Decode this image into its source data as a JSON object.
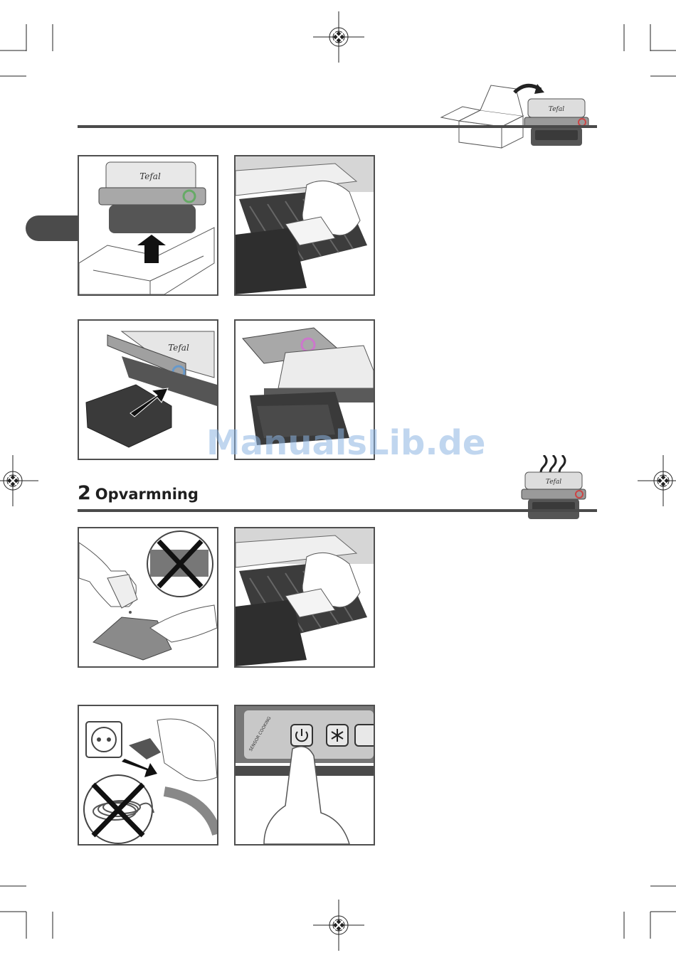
{
  "section": {
    "number": "2",
    "title": "Opvarmning"
  },
  "brand": {
    "logo_text": "Tefal"
  },
  "panel_button": {
    "label_text": "SENSOR COOKING"
  },
  "watermark": {
    "text": "ManualsLib.de"
  },
  "colors": {
    "rule": "#4a4a4a",
    "border": "#4f4f4f",
    "tab": "#4b4b4b",
    "watermark": "#8cb4e1"
  },
  "icons": [
    "registration-mark-icon",
    "box-unpack-icon",
    "grill-icon",
    "steam-icon",
    "power-icon",
    "snowflake-icon",
    "cross-out-icon"
  ]
}
